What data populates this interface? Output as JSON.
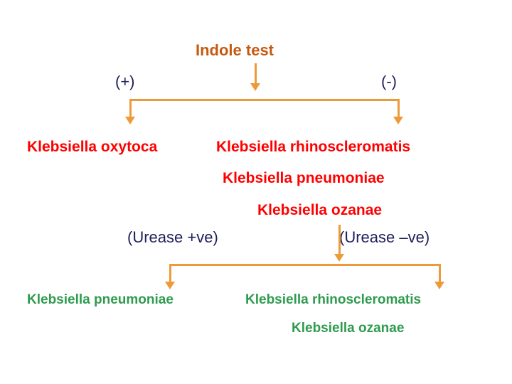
{
  "diagram": {
    "title": "Indole test",
    "branch1": {
      "positive_label": "(+)",
      "negative_label": "(-)",
      "positive_species": [
        "Klebsiella oxytoca"
      ],
      "negative_species": [
        "Klebsiella rhinoscleromatis",
        "Klebsiella pneumoniae",
        "Klebsiella ozanae"
      ]
    },
    "branch2": {
      "positive_label": "(Urease +ve)",
      "negative_label": "(Urease –ve)",
      "positive_species": [
        "Klebsiella pneumoniae"
      ],
      "negative_species": [
        "Klebsiella rhinoscleromatis",
        "Klebsiella ozanae"
      ]
    }
  },
  "colors": {
    "title": "#c55a11",
    "arrow": "#ed9b3a",
    "sign_text": "#1f1f5c",
    "red_species": "#ff0000",
    "green_species": "#2e9b4e"
  }
}
